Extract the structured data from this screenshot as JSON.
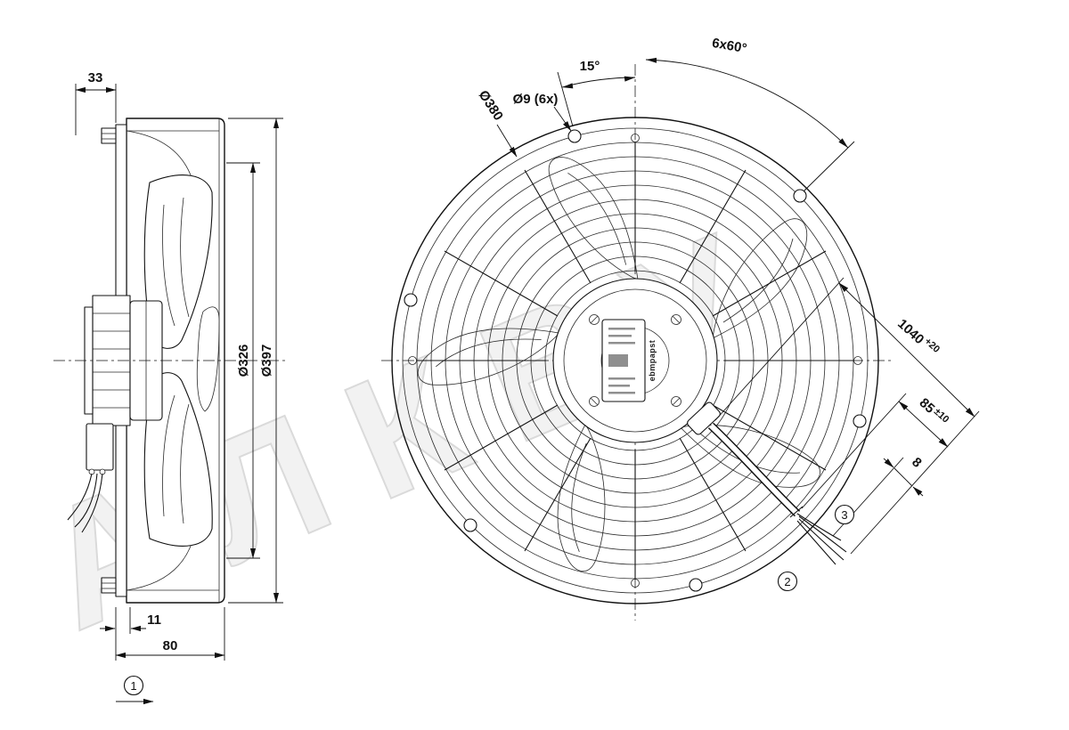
{
  "watermark": {
    "text": "АЛКВУ"
  },
  "side_view": {
    "dim_motor_depth": "33",
    "dim_impeller_diameter": "Ø326",
    "dim_outer_diameter": "Ø397",
    "dim_flange_depth": "11",
    "dim_total_depth": "80",
    "callout_airflow": "1"
  },
  "front_view": {
    "dim_hole_offset_angle": "15°",
    "dim_hole_pattern": "6x60°",
    "dim_bolt_circle_diameter": "Ø380",
    "dim_mounting_hole": "Ø9 (6x)",
    "dim_cable_length": "1040",
    "dim_cable_length_tol": "+20",
    "dim_strip_length": "85",
    "dim_strip_length_tol": "±10",
    "dim_bare_wire_length": "8",
    "callout_cable": "2",
    "callout_wire_ends": "3",
    "hub_label_brand": "ebmpapst"
  }
}
